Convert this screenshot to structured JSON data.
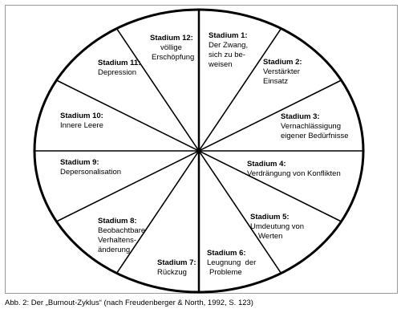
{
  "figure": {
    "stages": [
      {
        "title": "Stadium 1:",
        "lines": [
          "Der Zwang,",
          "sich zu be-",
          "weisen"
        ]
      },
      {
        "title": "Stadium 2:",
        "lines": [
          "Verstärkter",
          "Einsatz"
        ]
      },
      {
        "title": "Stadium 3:",
        "lines": [
          "Vernachlässigung",
          "eigener Bedürfnisse"
        ]
      },
      {
        "title": "Stadium 4:",
        "lines": [
          "Verdrängung von Konflikten"
        ]
      },
      {
        "title": "Stadium 5:",
        "lines": [
          "Umdeutung von",
          "Werten"
        ]
      },
      {
        "title": "Stadium 6:",
        "lines": [
          "Leugnung  der",
          "Probleme"
        ]
      },
      {
        "title": "Stadium 7:",
        "lines": [
          "Rückzug"
        ]
      },
      {
        "title": "Stadium 8:",
        "lines": [
          "Beobachtbare",
          "Verhaltens-",
          "änderung"
        ]
      },
      {
        "title": "Stadium 9:",
        "lines": [
          "Depersonalisation"
        ]
      },
      {
        "title": "Stadium 10:",
        "lines": [
          "Innere Leere"
        ]
      },
      {
        "title": "Stadium 11:",
        "lines": [
          "Depression"
        ]
      },
      {
        "title": "Stadium 12:",
        "lines": [
          "völlige",
          "Erschöpfung"
        ]
      }
    ]
  },
  "caption": {
    "text": "Abb. 2: Der „Burnout-Zyklus“ (nach Freudenberger & North, 1992, S. 123)"
  }
}
